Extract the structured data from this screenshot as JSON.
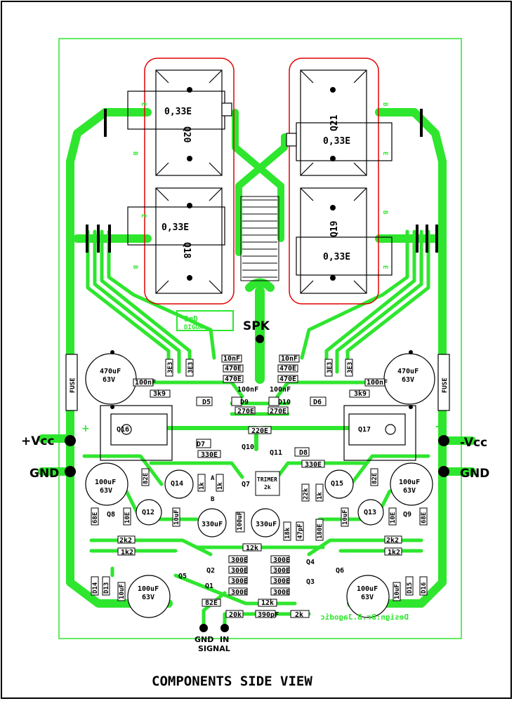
{
  "board": {
    "caption": "COMPONENTS SIDE VIEW",
    "designer": "Design:Dr.B.Jagodic",
    "logo_text_top": "3mD",
    "logo_text_bottom": "DIGUA",
    "speaker_label": "SPK",
    "colors": {
      "trace": "#2ee62e",
      "trace_dark": "#00b000",
      "outline": "#000000",
      "heatsink": "#e00000",
      "pad": "#000000"
    }
  },
  "power": {
    "vcc_pos": "+Vcc",
    "vcc_neg": "-Vcc",
    "gnd_left": "GND",
    "gnd_right": "GND",
    "plus_sign": "+",
    "minus_sign": "-"
  },
  "input": {
    "gnd": "GND",
    "in": "IN",
    "signal": "SIGNAL"
  },
  "output_transistors": [
    {
      "name": "Q20",
      "resistor": "0,33E"
    },
    {
      "name": "Q21",
      "resistor": "0,33E"
    },
    {
      "name": "Q18",
      "resistor": "0,33E"
    },
    {
      "name": "Q19",
      "resistor": "0,33E"
    }
  ],
  "pin_letters": {
    "e": "E",
    "b": "B"
  },
  "driver_transistors": {
    "left": "Q16",
    "right": "Q17"
  },
  "small_transistors": {
    "q10": "Q10",
    "q11": "Q11",
    "q14": "Q14",
    "q15": "Q15",
    "q12": "Q12",
    "q13": "Q13",
    "q8": "Q8",
    "q9": "Q9",
    "q7": "Q7",
    "q5": "Q5",
    "q6": "Q6",
    "q1": "Q1",
    "q2": "Q2",
    "q3": "Q3",
    "q4": "Q4"
  },
  "diodes": {
    "d5": "D5",
    "d6": "D6",
    "d7": "D7",
    "d8": "D8",
    "d9": "D9",
    "d10": "D10",
    "d13": "D13",
    "d14": "D14",
    "d15": "D15",
    "d16": "D16"
  },
  "capacitors": {
    "big_left": {
      "value": "470uF",
      "voltage": "63V"
    },
    "big_right": {
      "value": "470uF",
      "voltage": "63V"
    },
    "mid_left": {
      "value": "100uF",
      "voltage": "63V"
    },
    "mid_right": {
      "value": "100uF",
      "voltage": "63V"
    },
    "low_left": {
      "value": "100uF",
      "voltage": "63V"
    },
    "low_right": {
      "value": "100uF",
      "voltage": "63V"
    },
    "c330_left": "330uF",
    "c330_right": "330uF",
    "c10nf": "10nF",
    "c100nf": "100nF",
    "c47pf": "47pF",
    "c390pf": "390pF",
    "c10uf": "10uF",
    "c100uf_small": "100uF"
  },
  "resistors": {
    "r3e": "3E3",
    "r470": "470E",
    "r270": "270E",
    "r220": "220E",
    "r330": "330E",
    "r300": "300E",
    "r3k9": "3k9",
    "r2k2": "2k2",
    "r1k2": "1k2",
    "r1k": "1k",
    "r12k": "12k",
    "r20k": "20k",
    "r2k": "2k",
    "r22k": "22k",
    "r82e": "82E",
    "r68e": "68E",
    "r10e": "10E",
    "r18k": "18k",
    "r180": "180E"
  },
  "trimmer": {
    "label": "TRIMER",
    "value": "2k"
  },
  "fuse": {
    "label": "FUSE"
  },
  "pin_marks": {
    "a": "A",
    "b": "B"
  }
}
